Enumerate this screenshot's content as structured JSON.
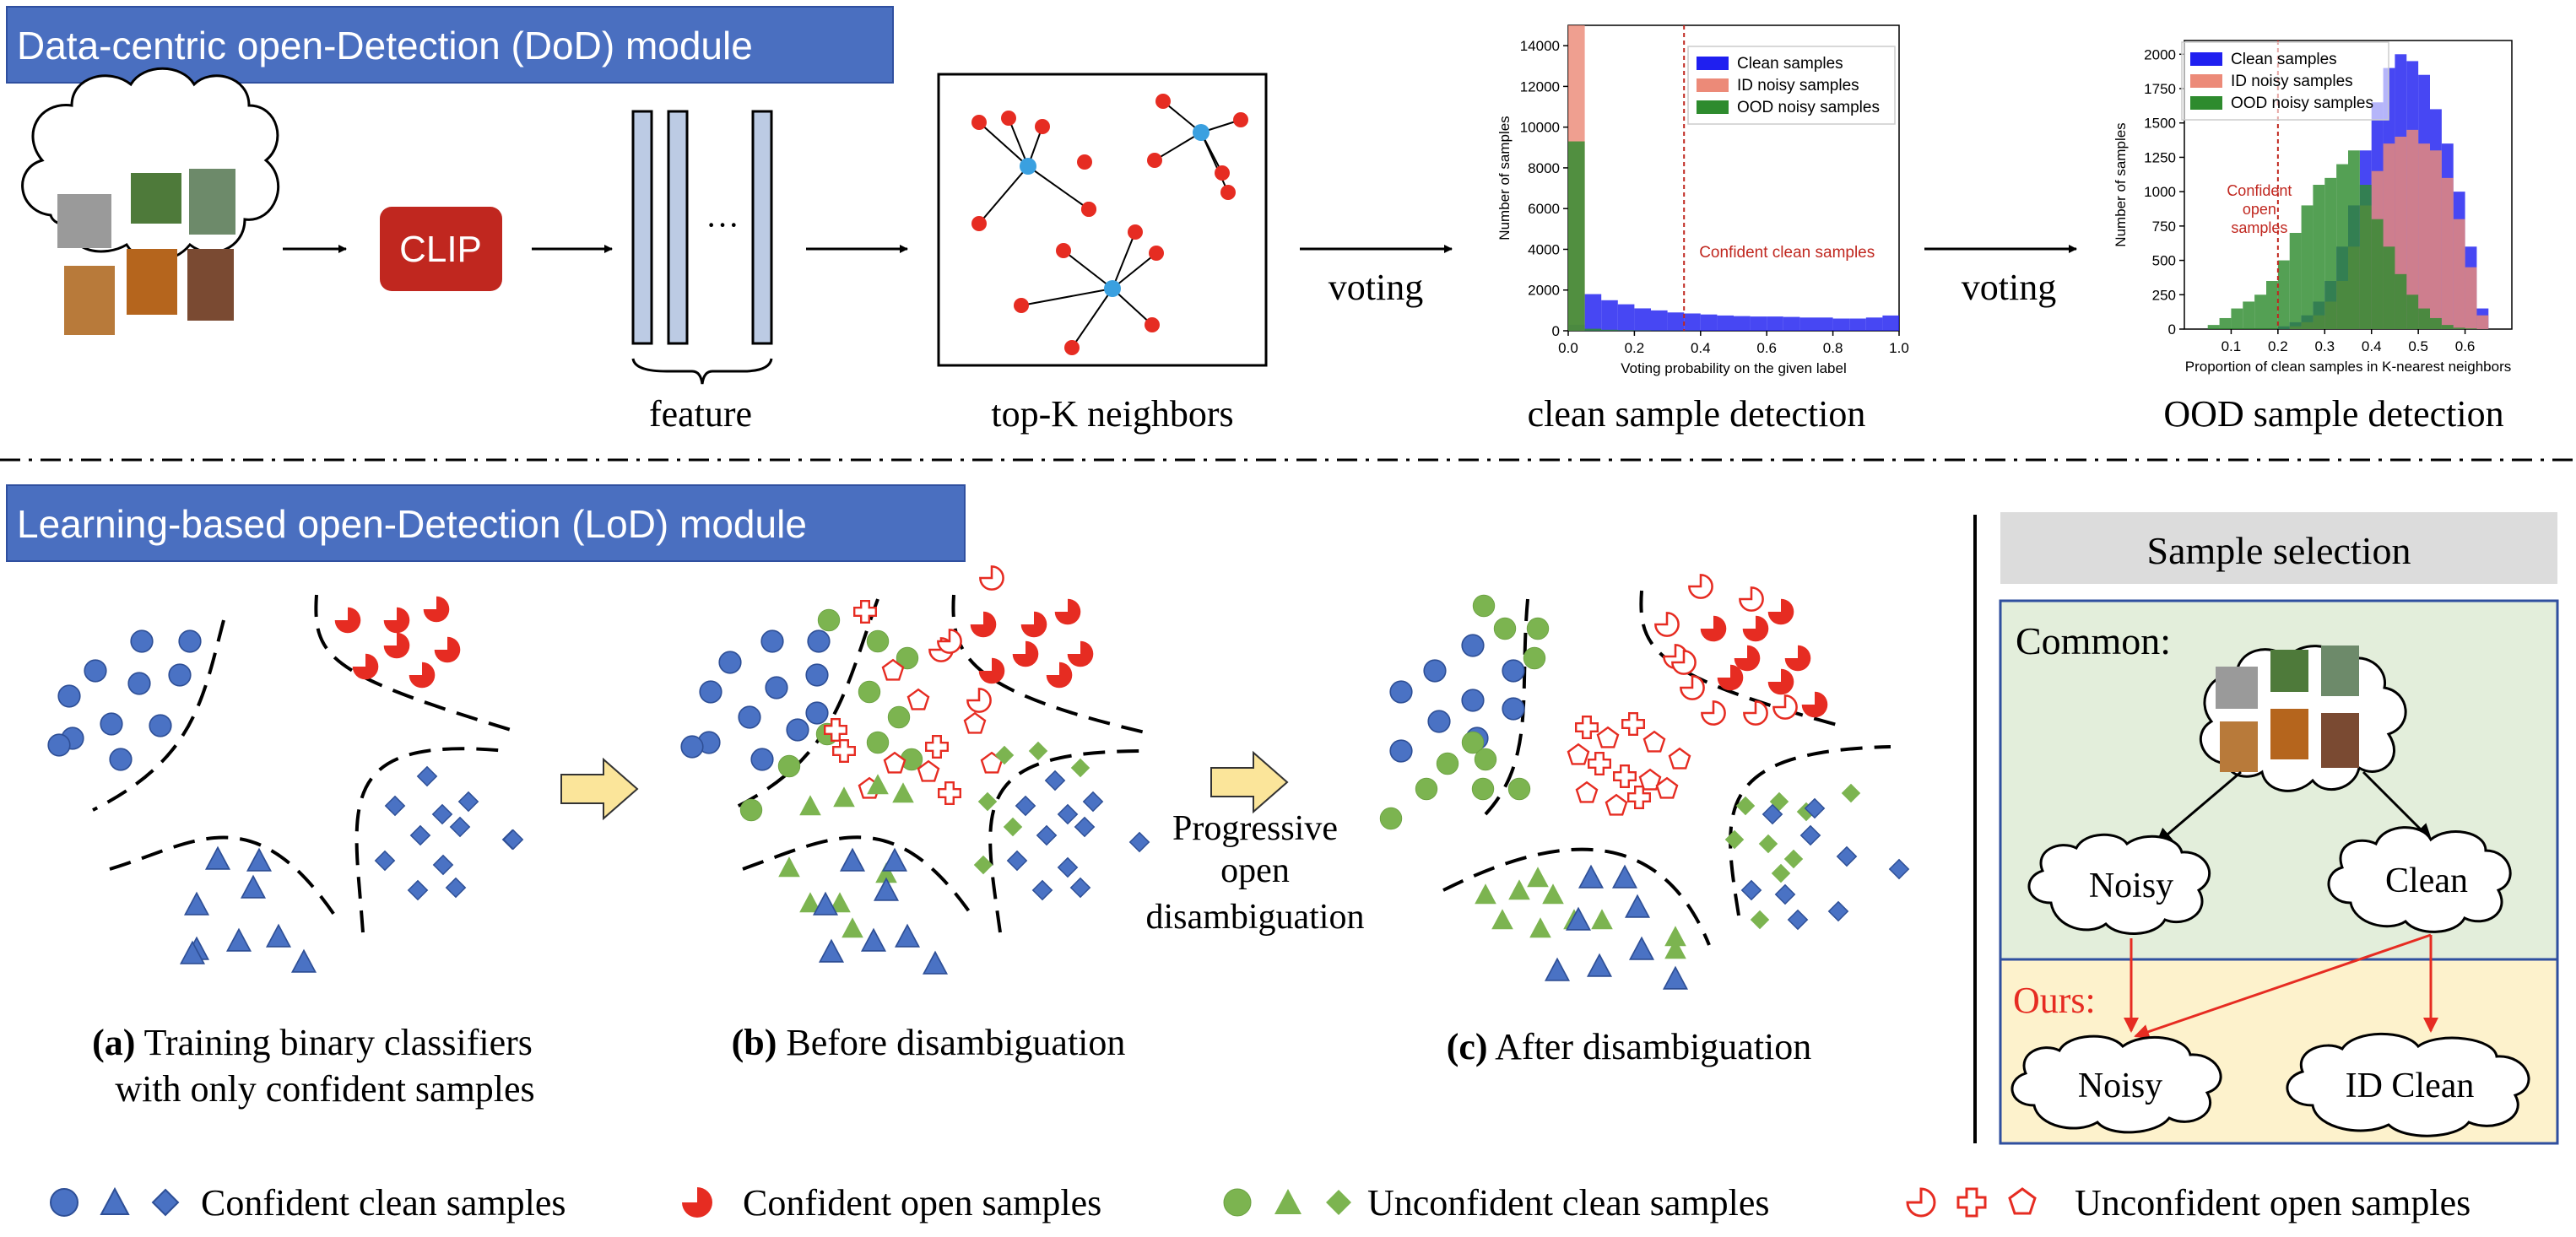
{
  "dod": {
    "title": "Data-centric open-Detection (DoD) module",
    "clip": "CLIP",
    "ellipsis": "···",
    "feature_label": "feature",
    "neighbors_label": "top-K neighbors",
    "voting1": "voting",
    "voting2": "voting",
    "clean_detection_label": "clean sample detection",
    "ood_detection_label": "OOD sample detection"
  },
  "lod": {
    "title": "Learning-based open-Detection (LoD) module",
    "caption_a_bold": "(a)",
    "caption_a_line1": " Training binary classifiers",
    "caption_a_line2": "with only confident samples",
    "caption_b_bold": "(b)",
    "caption_b": " Before disambiguation",
    "caption_c_bold": "(c)",
    "caption_c": " After disambiguation",
    "progressive_line1": "Progressive",
    "progressive_line2": "open",
    "progressive_line3": "disambiguation"
  },
  "selection": {
    "header": "Sample selection",
    "common": "Common:",
    "ours": "Ours:",
    "noisy": "Noisy",
    "clean": "Clean",
    "ours_noisy": "Noisy",
    "ours_clean": "ID Clean"
  },
  "legend": {
    "confident_clean": "Confident clean samples",
    "confident_open": "Confident open samples",
    "unconfident_clean": "Unconfident clean samples",
    "unconfident_open": "Unconfident open samples"
  },
  "colors": {
    "title_bg": "#4a6fc0",
    "blue_dot": "#4a72c4",
    "red": "#e62c22",
    "green": "#7cb450",
    "clip_red": "#c0271f",
    "common_bg": "#e3eedb",
    "ours_bg": "#fdf2cc",
    "box_border": "#2f4f9f",
    "arrow_yellow": "#fbe59a"
  },
  "chart_data": [
    {
      "type": "bar",
      "xlabel": "Voting probability on the given label",
      "ylabel": "Number of samples",
      "xlim": [
        0.0,
        1.0
      ],
      "ylim": [
        0,
        15000
      ],
      "xticks": [
        "0.0",
        "0.2",
        "0.4",
        "0.6",
        "0.8",
        "1.0"
      ],
      "yticks": [
        "0",
        "2000",
        "4000",
        "6000",
        "8000",
        "10000",
        "12000",
        "14000"
      ],
      "threshold": 0.35,
      "threshold_label": "Confident clean samples",
      "legend": "top-right",
      "bin_width": 0.05,
      "x": [
        0.0,
        0.05,
        0.1,
        0.15,
        0.2,
        0.25,
        0.3,
        0.35,
        0.4,
        0.45,
        0.5,
        0.55,
        0.6,
        0.65,
        0.7,
        0.75,
        0.8,
        0.85,
        0.9,
        0.95
      ],
      "series": [
        {
          "name": "Clean samples",
          "color": "#1f1ff0",
          "values": [
            300,
            1800,
            1500,
            1300,
            1100,
            1000,
            900,
            850,
            800,
            750,
            720,
            700,
            700,
            680,
            650,
            650,
            600,
            600,
            650,
            750
          ]
        },
        {
          "name": "ID noisy samples",
          "color": "#ec8a78",
          "values": [
            15000,
            0,
            0,
            0,
            0,
            0,
            0,
            0,
            0,
            0,
            0,
            0,
            0,
            0,
            0,
            0,
            0,
            0,
            0,
            0
          ]
        },
        {
          "name": "OOD noisy samples",
          "color": "#2e8b2e",
          "values": [
            9300,
            100,
            50,
            30,
            20,
            10,
            10,
            10,
            0,
            0,
            0,
            0,
            0,
            0,
            0,
            0,
            0,
            0,
            0,
            0
          ]
        }
      ]
    },
    {
      "type": "bar",
      "xlabel": "Proportion of clean samples in K-nearest neighbors",
      "ylabel": "Number of samples",
      "xlim": [
        0.0,
        0.7
      ],
      "ylim": [
        0,
        2100
      ],
      "xticks": [
        "0.1",
        "0.2",
        "0.3",
        "0.4",
        "0.5",
        "0.6"
      ],
      "yticks": [
        "0",
        "250",
        "500",
        "750",
        "1000",
        "1250",
        "1500",
        "1750",
        "2000"
      ],
      "threshold": 0.2,
      "threshold_label": "Confident open samples",
      "legend": "top-left",
      "bin_width": 0.025,
      "x": [
        0.05,
        0.075,
        0.1,
        0.125,
        0.15,
        0.175,
        0.2,
        0.225,
        0.25,
        0.275,
        0.3,
        0.325,
        0.35,
        0.375,
        0.4,
        0.425,
        0.45,
        0.475,
        0.5,
        0.525,
        0.55,
        0.575,
        0.6,
        0.625
      ],
      "series": [
        {
          "name": "Clean samples",
          "color": "#1f1ff0",
          "values": [
            0,
            0,
            0,
            0,
            0,
            0,
            20,
            50,
            100,
            200,
            350,
            600,
            900,
            1300,
            1650,
            1900,
            2000,
            1950,
            1850,
            1600,
            1350,
            1000,
            600,
            150
          ]
        },
        {
          "name": "ID noisy samples",
          "color": "#ec8a78",
          "values": [
            0,
            0,
            0,
            0,
            0,
            0,
            0,
            20,
            50,
            100,
            200,
            350,
            600,
            900,
            1150,
            1350,
            1400,
            1450,
            1350,
            1300,
            1100,
            800,
            450,
            100
          ]
        },
        {
          "name": "OOD noisy samples",
          "color": "#2e8b2e",
          "values": [
            30,
            80,
            150,
            200,
            250,
            350,
            500,
            700,
            900,
            1050,
            1100,
            1200,
            1300,
            1050,
            800,
            600,
            400,
            250,
            150,
            80,
            30,
            10,
            5,
            0
          ]
        }
      ]
    }
  ]
}
